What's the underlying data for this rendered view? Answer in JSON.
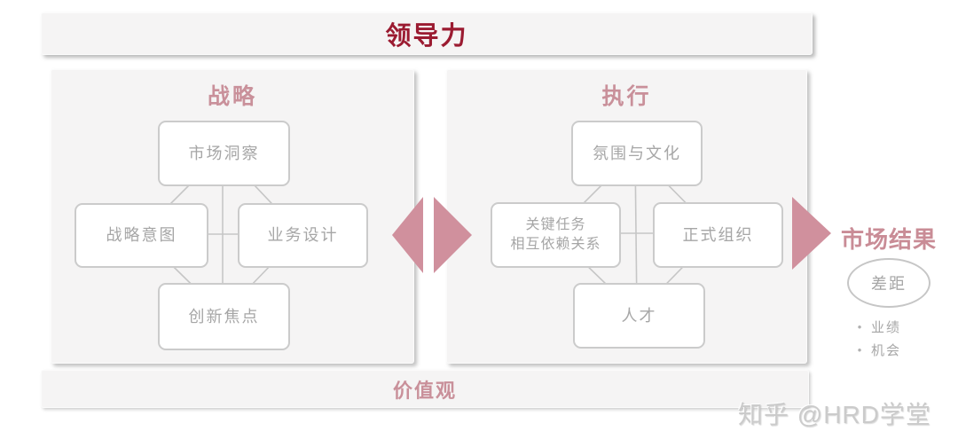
{
  "colors": {
    "leadership_text": "#9b1b31",
    "rose_accent": "#c9909a",
    "arrow_fill": "#d0909d",
    "box_border": "#cbcbcb",
    "box_text": "#a6a6a6",
    "panel_bg": "#f5f4f4",
    "connector_line": "#c6c6c6",
    "watermark_text": "#cbcbcb"
  },
  "top_banner": {
    "label": "领导力"
  },
  "strategy_panel": {
    "heading": "战略",
    "boxes": {
      "top": "市场洞察",
      "left": "战略意图",
      "right": "业务设计",
      "bottom": "创新焦点"
    }
  },
  "execution_panel": {
    "heading": "执行",
    "boxes": {
      "top": "氛围与文化",
      "left_line1": "关键任务",
      "left_line2": "相互依赖关系",
      "right": "正式组织",
      "bottom": "人才"
    }
  },
  "results": {
    "title": "市场结果",
    "gap_label": "差距",
    "bullets": [
      "业绩",
      "机会"
    ]
  },
  "bottom_banner": {
    "label": "价值观"
  },
  "watermark": "知乎 @HRD学堂"
}
